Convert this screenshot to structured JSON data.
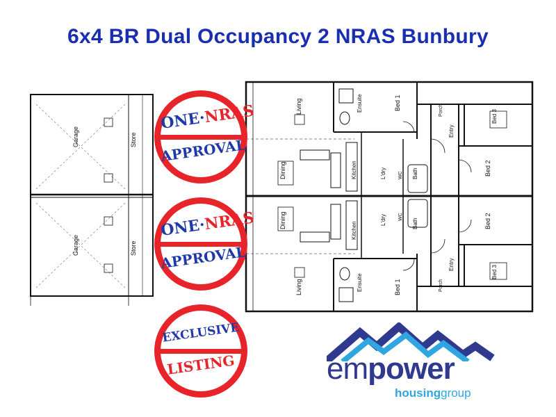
{
  "title": "6x4 BR Dual Occupancy 2 NRAS Bunbury",
  "stamps": [
    {
      "top": "ONE·",
      "top_accent": "NRAS",
      "bottom": "APPROVAL"
    },
    {
      "top": "ONE·",
      "top_accent": "NRAS",
      "bottom": "APPROVAL"
    },
    {
      "top": "EXCLUSIVE",
      "bottom": "LISTING"
    }
  ],
  "logo": {
    "word_light": "em",
    "word_bold": "power",
    "sub_blue": "housing",
    "sub_gray": "group"
  },
  "plan_labels": {
    "garage": "Garage",
    "store": "Store",
    "living": "Living",
    "dining": "Dining",
    "kitchen": "Kitchen",
    "ldry": "L'dry",
    "bath": "Bath",
    "wc": "WC",
    "ensuite": "Ensuite",
    "bed1": "Bed 1",
    "bed2": "Bed 2",
    "bed3": "Bed 3",
    "entry": "Entry",
    "porch": "Porch"
  },
  "colors": {
    "title": "#1a2fb0",
    "stamp_red": "#e8242b",
    "stamp_blue": "#1f3aa8",
    "logo_blue": "#2f3a8f",
    "logo_cyan": "#2fa6e0"
  }
}
